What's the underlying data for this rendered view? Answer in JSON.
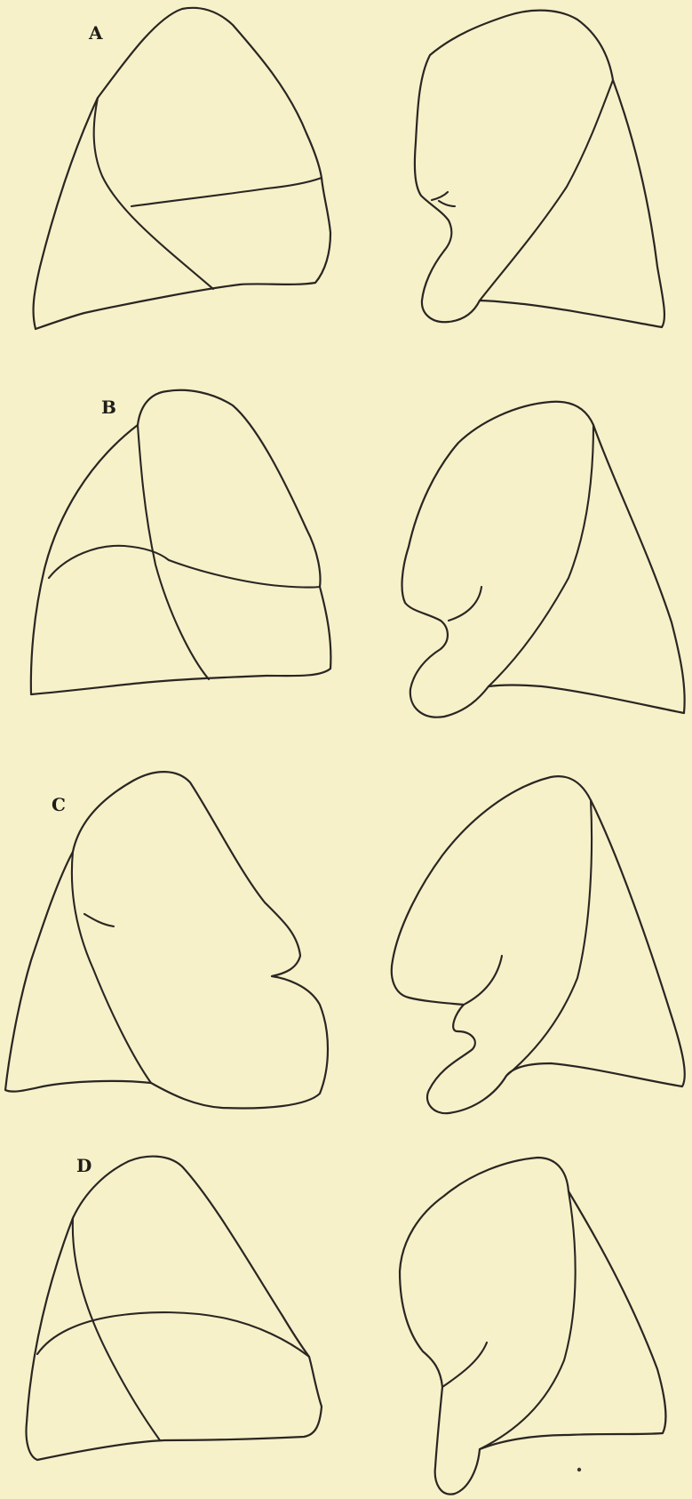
{
  "panels": [
    {
      "label": "A"
    },
    {
      "label": "B"
    },
    {
      "label": "C"
    },
    {
      "label": "D"
    }
  ],
  "colors": {
    "paper": "#f6f1c9",
    "ink": "#2a2622"
  }
}
